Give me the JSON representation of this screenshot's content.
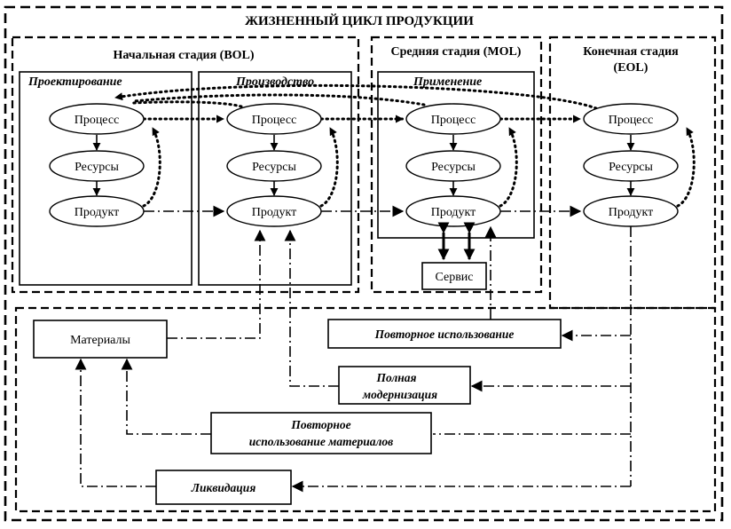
{
  "title": "ЖИЗНЕННЫЙ ЦИКЛ ПРОДУКЦИИ",
  "stages": {
    "bol": "Начальная стадия (BOL)",
    "mol": "Средняя стадия (MOL)",
    "eol_line1": "Конечная стадия",
    "eol_line2": "(EOL)"
  },
  "substages": {
    "design": "Проектирование",
    "production": "Производство",
    "usage": "Применение"
  },
  "nodes": {
    "process": "Процесс",
    "resources": "Ресурсы",
    "product": "Продукт"
  },
  "service": "Сервис",
  "materials": "Материалы",
  "recovery": {
    "reuse": "Повторное использование",
    "modernization_line1": "Полная",
    "modernization_line2": "модернизация",
    "material_reuse_line1": "Повторное",
    "material_reuse_line2": "использование материалов",
    "disposal": "Ликвидация"
  }
}
